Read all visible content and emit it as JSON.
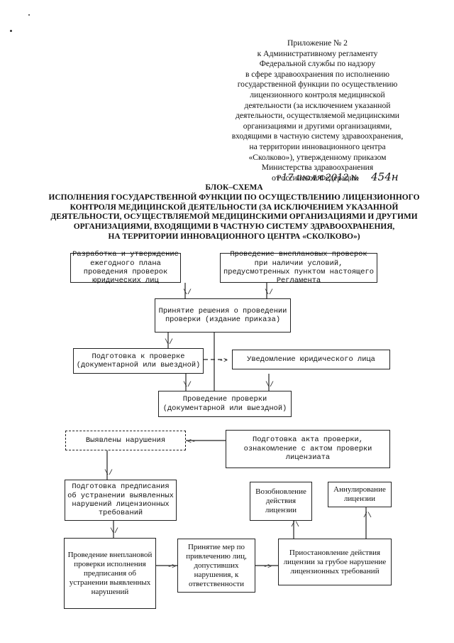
{
  "header": {
    "lines": [
      "Приложение № 2",
      "к Административному регламенту",
      "Федеральной службы по надзору",
      "в сфере здравоохранения по исполнению",
      "государственной функции по осуществлению",
      "лицензионного контроля медицинской",
      "деятельности (за исключением указанной",
      "деятельности, осуществляемой медицинскими",
      "организациями и другими организациями,",
      "входящими в частную систему здравоохранения,",
      "на территории инновационного центра",
      "«Сколково»), утвержденному приказом",
      "Министерства здравоохранения",
      "Российской Федерации"
    ],
    "date_prefix": "от",
    "date_handwritten": "17 июля 2012",
    "number_sign": "№",
    "number_handwritten": "454н"
  },
  "title": {
    "lines": [
      "БЛОК–СХЕМА",
      "ИСПОЛНЕНИЯ ГОСУДАРСТВЕННОЙ ФУНКЦИИ ПО ОСУЩЕСТВЛЕНИЮ ЛИЦЕНЗИОННОГО",
      "КОНТРОЛЯ МЕДИЦИНСКОЙ ДЕЯТЕЛЬНОСТИ (ЗА ИСКЛЮЧЕНИЕМ УКАЗАННОЙ",
      "ДЕЯТЕЛЬНОСТИ, ОСУЩЕСТВЛЯЕМОЙ МЕДИЦИНСКИМИ ОРГАНИЗАЦИЯМИ И ДРУГИМИ",
      "ОРГАНИЗАЦИЯМИ, ВХОДЯЩИМИ В ЧАСТНУЮ СИСТЕМУ ЗДРАВООХРАНЕНИЯ,",
      "НА ТЕРРИТОРИИ ИННОВАЦИОННОГО ЦЕНТРА «СКОЛКОВО»)"
    ]
  },
  "flowchart": {
    "boxes": {
      "plan": "Разработка и утверждение ежегодного плана проведения проверок юридических лиц",
      "unplanned": "Проведение внеплановых проверок при наличии условий, предусмотренных пунктом настоящего Регламента",
      "decision": "Принятие решения о проведении проверки (издание приказа)",
      "preparation": "Подготовка к проверке (документарной или выездной)",
      "notification": "Уведомление юридического лица",
      "inspection": "Проведение проверки (документарной или выездной)",
      "act": "Подготовка акта проверки, ознакомление с актом проверки лицензиата",
      "violations": "Выявлены нарушения",
      "prescription": "Подготовка предписания об устранении выявленных нарушений лицензионных требований",
      "resume": "Возобновление действия лицензии",
      "annul": "Аннулирование лицензии",
      "followup": "Проведение внеплановой проверки исполнения предписания об устранении выявленных нарушений",
      "liability": "Принятие мер по привлечению лиц, допустивших нарушения, к ответственности",
      "suspend": "Приостановление действия лицензии за грубое нарушение лицензионных требований"
    },
    "arrow_glyphs": {
      "down": "\\/",
      "up": "/\\",
      "right": "->",
      "left": "<-"
    }
  }
}
